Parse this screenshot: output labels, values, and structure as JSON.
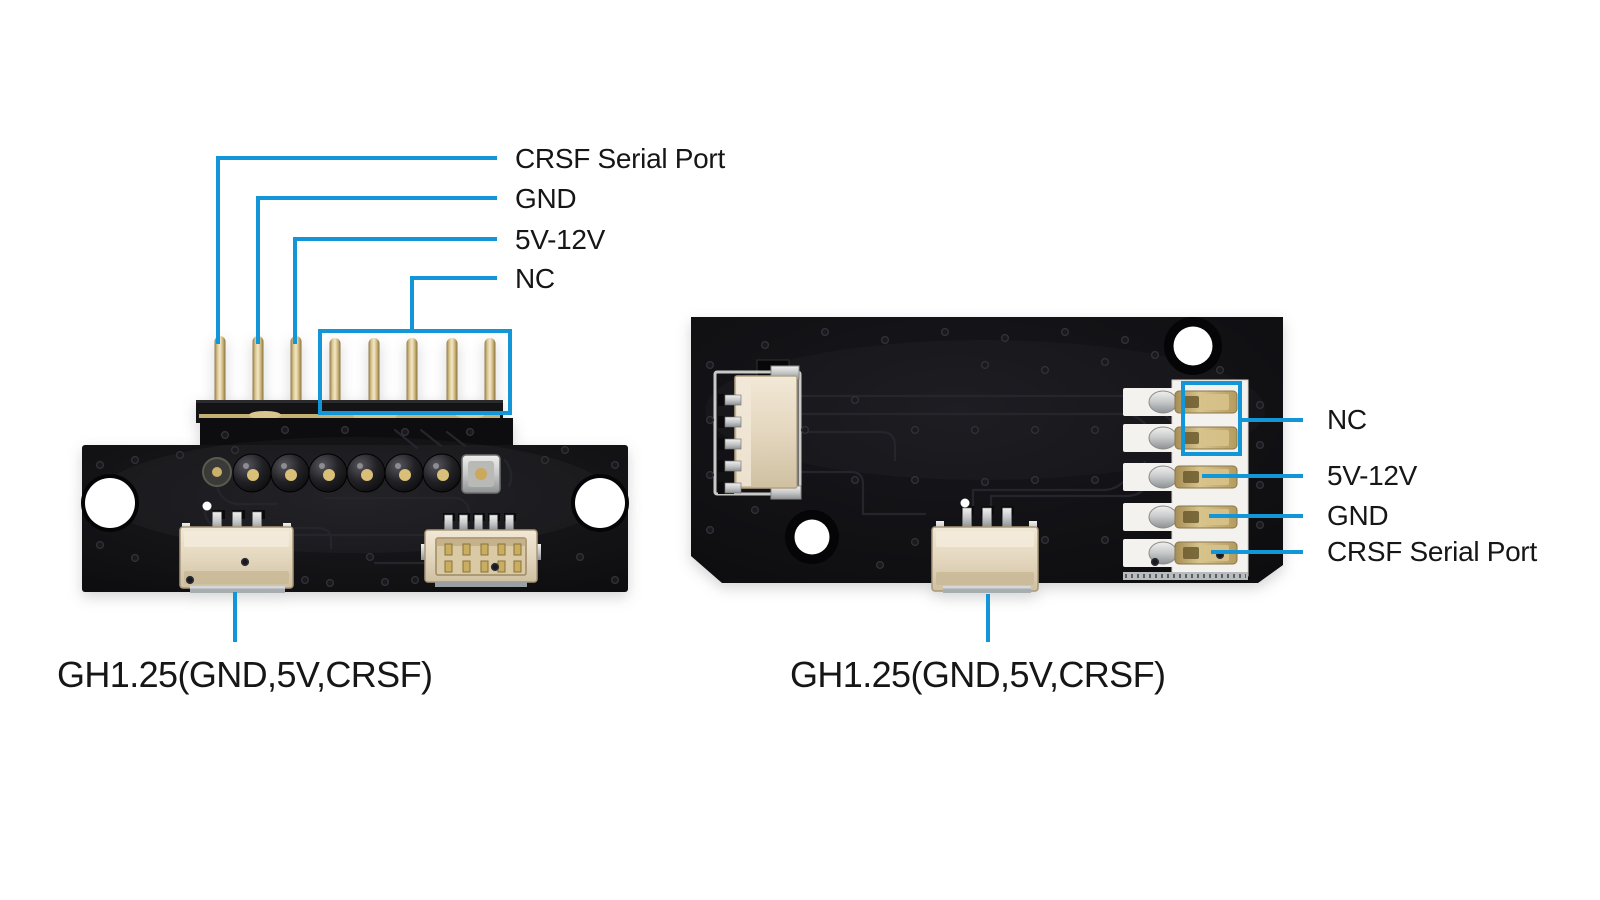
{
  "colors": {
    "callout_blue": "#1296d8",
    "background": "#ffffff",
    "pcb_black": "#0e0e11",
    "pin_gold": "#d9c48b",
    "connector_beige": "#e4d7bf"
  },
  "front_view": {
    "pin_labels": [
      "CRSF Serial Port",
      "GND",
      "5V-12V",
      "NC"
    ],
    "connector_label": "GH1.25(GND,5V,CRSF)"
  },
  "back_view": {
    "pin_labels": [
      "NC",
      "5V-12V",
      "GND",
      "CRSF Serial Port"
    ],
    "connector_label": "GH1.25(GND,5V,CRSF)"
  }
}
